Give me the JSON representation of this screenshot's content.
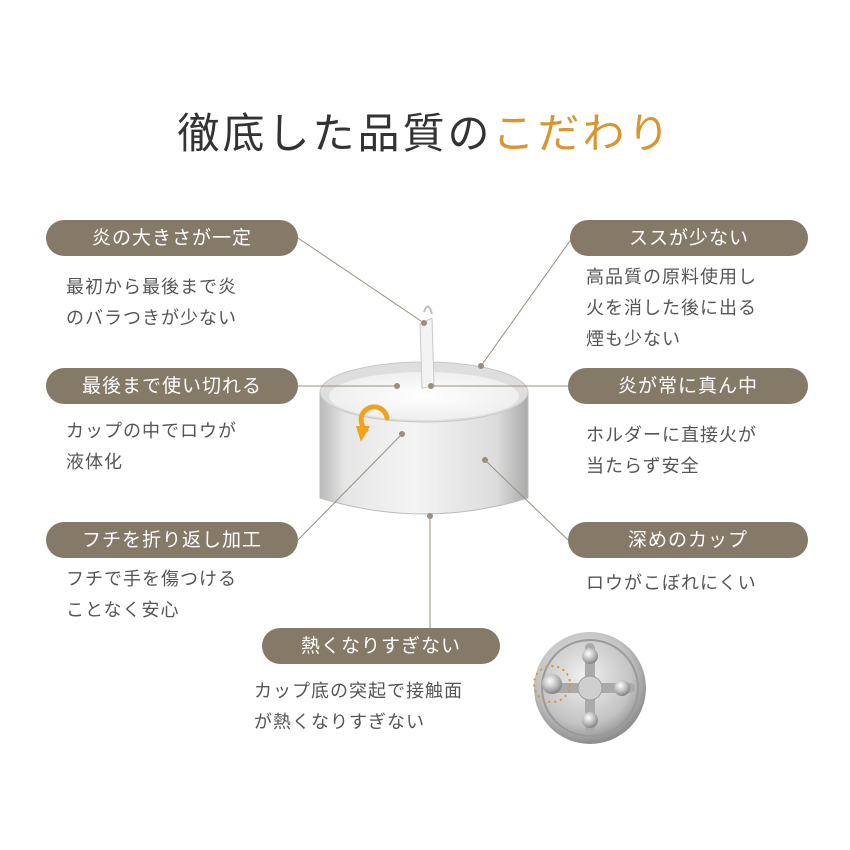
{
  "title": {
    "main": "徹底した品質の",
    "accent": "こだわり"
  },
  "features": [
    {
      "label": "炎の大きさが一定",
      "description": "最初から最後まで炎\nのバラつきが少ない"
    },
    {
      "label": "ススが少ない",
      "description": "高品質の原料使用し\n火を消した後に出る\n煙も少ない"
    },
    {
      "label": "最後まで使い切れる",
      "description": "カップの中でロウが\n液体化"
    },
    {
      "label": "炎が常に真ん中",
      "description": "ホルダーに直接火が\n当たらず安全"
    },
    {
      "label": "フチを折り返し加工",
      "description": "フチで手を傷つける\nことなく安心"
    },
    {
      "label": "深めのカップ",
      "description": "ロウがこぼれにくい"
    },
    {
      "label": "熱くなりすぎない",
      "description": "カップ底の突起で接触面\nが熱くなりすぎない"
    }
  ],
  "colors": {
    "pill": "#857a68",
    "accent": "#d9952f",
    "arrow": "#f0a21c",
    "line": "#9a8f7f"
  }
}
